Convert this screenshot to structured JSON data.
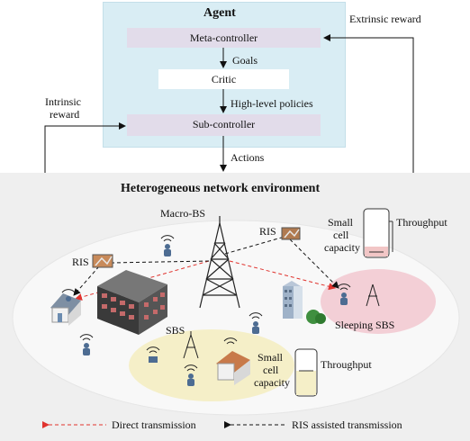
{
  "agent": {
    "title": "Agent",
    "meta_controller": "Meta-controller",
    "critic": "Critic",
    "sub_controller": "Sub-controller",
    "goals": "Goals",
    "high_level_policies": "High-level policies",
    "actions": "Actions"
  },
  "rewards": {
    "extrinsic": "Extrinsic  reward",
    "intrinsic_line1": "Intrinsic",
    "intrinsic_line2": "reward"
  },
  "environment": {
    "title": "Heterogeneous network environment",
    "macro_bs": "Macro-BS",
    "ris_left": "RIS",
    "ris_right": "RIS",
    "sbs": "SBS",
    "sleeping_sbs": "Sleeping SBS",
    "capacity_top": [
      "Small",
      "cell",
      "capacity"
    ],
    "throughput_top": "Throughput",
    "capacity_bottom": [
      "Small",
      "cell",
      "capacity"
    ],
    "throughput_bottom": "Throughput"
  },
  "legend": {
    "direct": "Direct transmission",
    "ris_assisted": "RIS assisted transmission"
  },
  "colors": {
    "agent_bg": "#d9edf4",
    "controller_bar": "#e2dcea",
    "env_bg": "#efefef",
    "ellipse": "#f8f8f8",
    "sleeping_zone": "#f3cfd6",
    "sbs_zone": "#f5efc8",
    "direct_line": "#e0332e"
  }
}
